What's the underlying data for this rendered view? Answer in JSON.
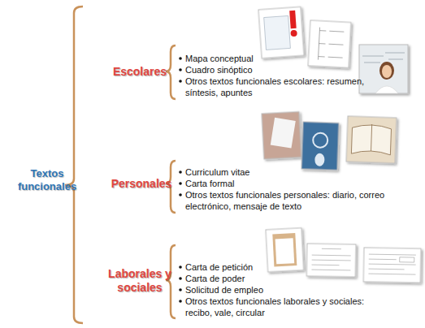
{
  "diagram": {
    "labels": [
      "Textos funcionales",
      "Escolares",
      "Mapa conceptual",
      "Cuadro sinóptico",
      "Otros textos funcionales escolares: resumen, síntesis, apuntes",
      "Personales",
      "Curriculum vitae",
      "Carta formal",
      "Otros textos funcionales personales: diario, correo electrónico, mensaje de texto",
      "Laborales y sociales",
      "Carta de petición",
      "Carta de poder",
      "Solicitud de empleo",
      "Otros textos funcionales laborales y sociales: recibo, vale, circular"
    ]
  }
}
